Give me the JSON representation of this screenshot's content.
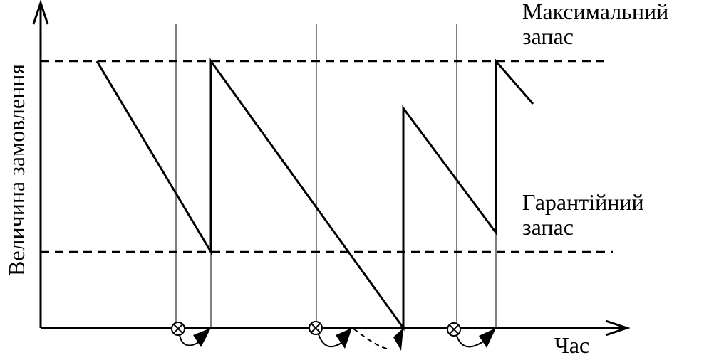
{
  "diagram": {
    "y_axis_label": "Величина замовлення",
    "x_axis_label": "Час",
    "max_stock_label_line1": "Максимальний",
    "max_stock_label_line2": "запас",
    "safety_stock_label_line1": "Гарантійний",
    "safety_stock_label_line2": "запас",
    "line_color": "#000000",
    "background_color": "#ffffff"
  }
}
